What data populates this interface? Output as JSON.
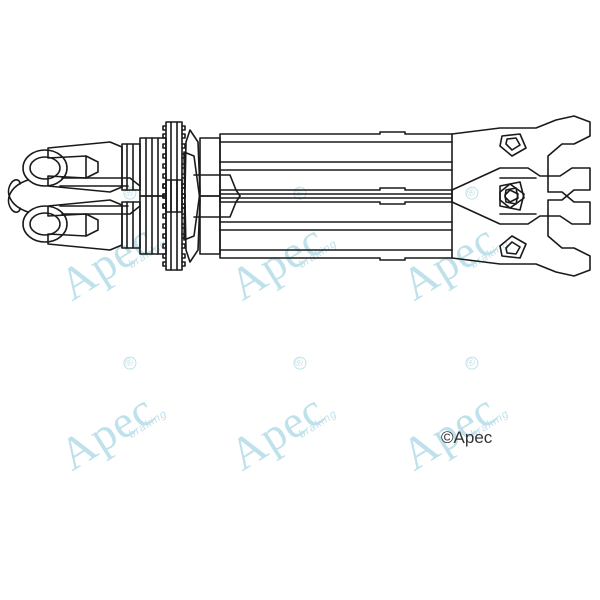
{
  "watermark": {
    "brand": "Apec",
    "subtitle": "braking",
    "reg_mark": "®",
    "color": "#b5dce8"
  },
  "copyright": "©Apec",
  "line_color": "#1a1a1a",
  "parts": [
    {
      "name": "upper-brake-adjuster",
      "orientation": "normal"
    },
    {
      "name": "lower-brake-adjuster",
      "orientation": "mirrored"
    }
  ]
}
